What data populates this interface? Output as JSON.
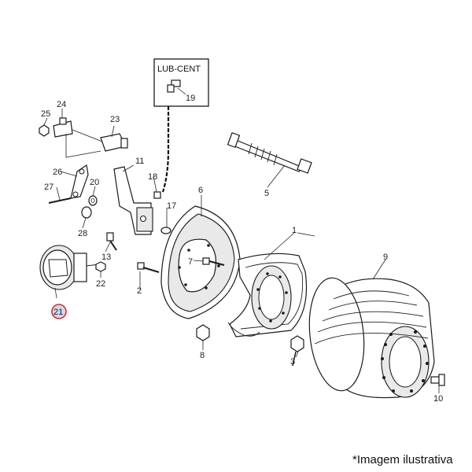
{
  "diagram": {
    "box_label": "LUB-CENT",
    "callouts": {
      "c1": "1",
      "c2": "2",
      "c3": "3",
      "c5": "5",
      "c6": "6",
      "c7": "7",
      "c8": "8",
      "c9": "9",
      "c10": "10",
      "c11": "11",
      "c13": "13",
      "c17": "17",
      "c18": "18",
      "c19": "19",
      "c20": "20",
      "c21": "21",
      "c22": "22",
      "c23": "23",
      "c24": "24",
      "c25": "25",
      "c26": "26",
      "c27": "27",
      "c28": "28"
    },
    "highlighted_callout": "21",
    "highlight_color": "#d9302c",
    "highlight_fill": "#cfd8ee",
    "caption": "*Imagem ilustrativa"
  }
}
